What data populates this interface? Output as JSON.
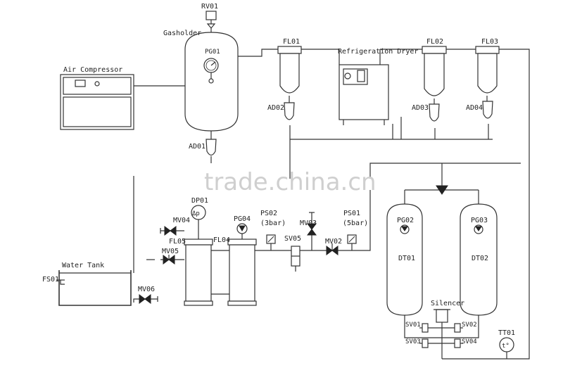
{
  "labels": {
    "rv01": "RV01",
    "gasholder": "Gasholder",
    "pg01": "PG01",
    "ad01": "AD01",
    "air_compressor": "Air Compressor",
    "fl01": "FL01",
    "ad02": "AD02",
    "refrigeration_dryer": "Refrigeration Dryer",
    "fl02": "FL02",
    "ad03": "AD03",
    "fl03": "FL03",
    "ad04": "AD04",
    "dp01": "DP01",
    "mv04": "MV04",
    "fl05": "FL05",
    "mv05": "MV05",
    "pg04": "PG04",
    "fl04": "FL04",
    "ps02": "PS02",
    "ps02_rating": "(3bar)",
    "mv03": "MV03",
    "sv05": "SV05",
    "ps01": "PS01",
    "ps01_rating": "(5bar)",
    "mv02": "MV02",
    "pg02": "PG02",
    "dt01": "DT01",
    "pg03": "PG03",
    "dt02": "DT02",
    "water_tank": "Water Tank",
    "fs01": "FS01",
    "mv06": "MV06",
    "silencer": "Silencer",
    "sv01": "SV01",
    "sv02": "SV02",
    "sv03": "SV03",
    "sv04": "SV04",
    "tt01": "TT01",
    "dp_symbol": "Δp",
    "t_symbol": "t°"
  },
  "watermark": "trade.china.cn"
}
